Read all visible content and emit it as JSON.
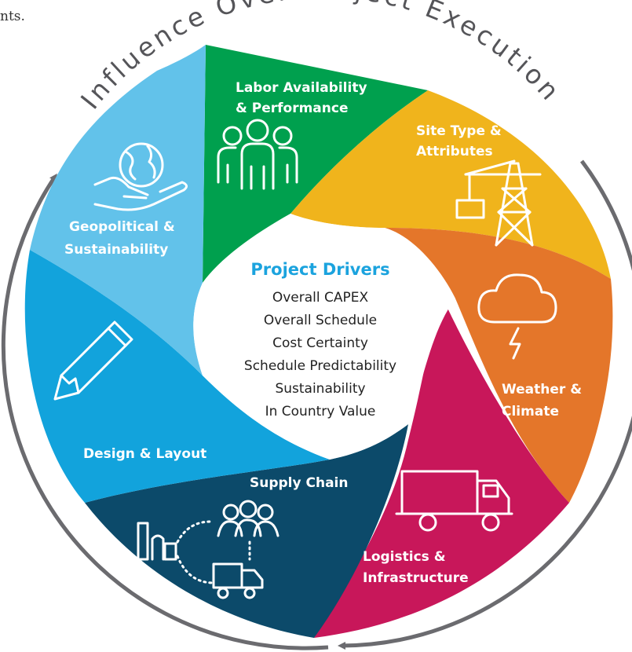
{
  "top_fragment": "nts.",
  "ring_title": "Influence Over Project Execution",
  "center": {
    "title": "Project Drivers",
    "items": [
      "Overall CAPEX",
      "Overall Schedule",
      "Cost Certainty",
      "Schedule Predictability",
      "Sustainability",
      "In Country Value"
    ]
  },
  "segments": [
    {
      "id": "labor",
      "color": "#00a04e",
      "lines": [
        "Labor Availability",
        "& Performance"
      ],
      "icon": "people-group-icon"
    },
    {
      "id": "site",
      "color": "#f0b41c",
      "lines": [
        "Site Type &",
        "Attributes"
      ],
      "icon": "crane-tower-icon"
    },
    {
      "id": "weather",
      "color": "#e4762a",
      "lines": [
        "Weather &",
        "Climate"
      ],
      "icon": "storm-cloud-icon"
    },
    {
      "id": "logistics",
      "color": "#c8175a",
      "lines": [
        "Logistics &",
        "Infrastructure"
      ],
      "icon": "truck-icon"
    },
    {
      "id": "supply",
      "color": "#0c4a6a",
      "lines": [
        "Supply Chain"
      ],
      "icon": "supply-network-icon"
    },
    {
      "id": "design",
      "color": "#12a3dc",
      "lines": [
        "Design & Layout"
      ],
      "icon": "pencil-icon"
    },
    {
      "id": "geo",
      "color": "#62c2ea",
      "lines": [
        "Geopolitical &",
        "Sustainability"
      ],
      "icon": "globe-hand-icon"
    }
  ]
}
